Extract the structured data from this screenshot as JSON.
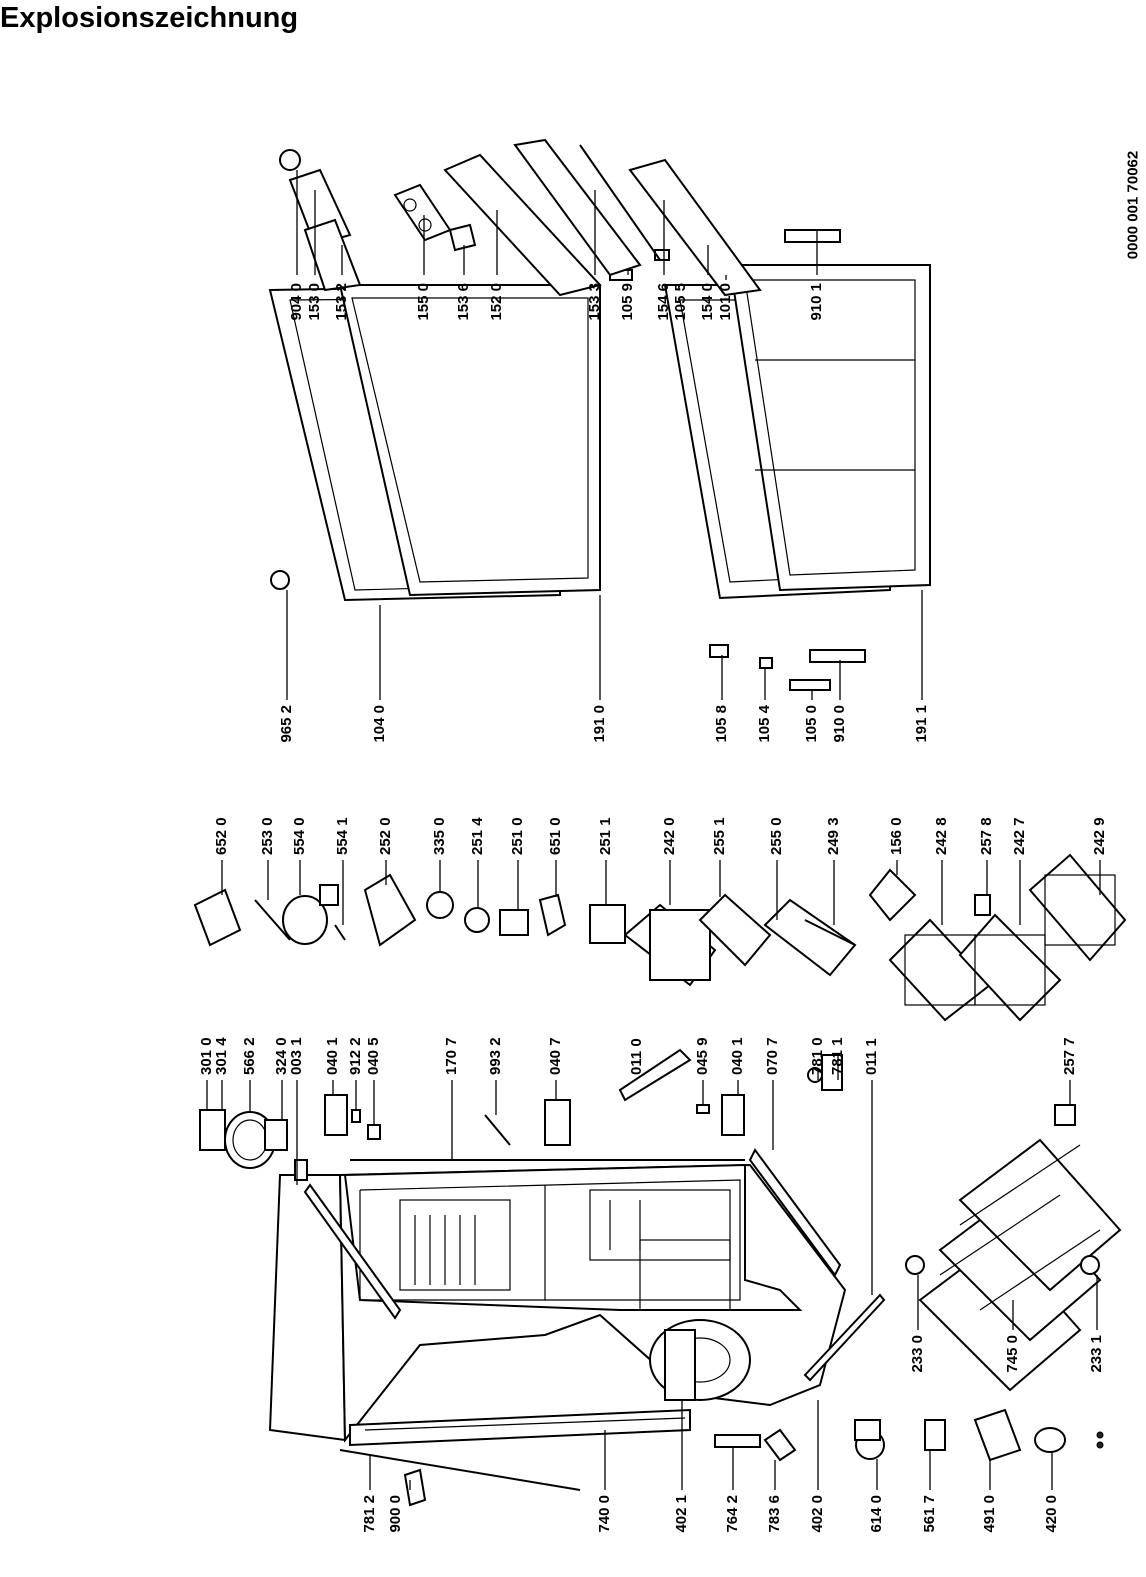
{
  "title": "Explosionszeichnung",
  "document_number": "0000 001 70062",
  "part_labels": [
    "904 0",
    "153 0",
    "153 2",
    "155 0",
    "153 6",
    "152 0",
    "153 3",
    "105 9",
    "154 6",
    "105 5",
    "154 0",
    "101 0",
    "910 1",
    "965 2",
    "104 0",
    "191 0",
    "105 8",
    "105 4",
    "105 0",
    "910 0",
    "191 1",
    "652 0",
    "253 0",
    "554 0",
    "554 1",
    "252 0",
    "335 0",
    "251 4",
    "251 0",
    "651 0",
    "251 1",
    "242 0",
    "255 1",
    "255 0",
    "249 3",
    "156 0",
    "242 8",
    "257 8",
    "242 7",
    "242 9",
    "301 0",
    "301 4",
    "566 2",
    "324 0",
    "003 1",
    "040 1",
    "912 2",
    "040 5",
    "170 7",
    "993 2",
    "040 7",
    "011 0",
    "045 9",
    "040 1",
    "070 7",
    "781 0",
    "781 1",
    "011 1",
    "257 7",
    "233 0",
    "745 0",
    "233 1",
    "781 2",
    "900 0",
    "740 0",
    "402 1",
    "764 2",
    "783 6",
    "402 0",
    "614 0",
    "561 7",
    "491 0",
    "420 0"
  ]
}
